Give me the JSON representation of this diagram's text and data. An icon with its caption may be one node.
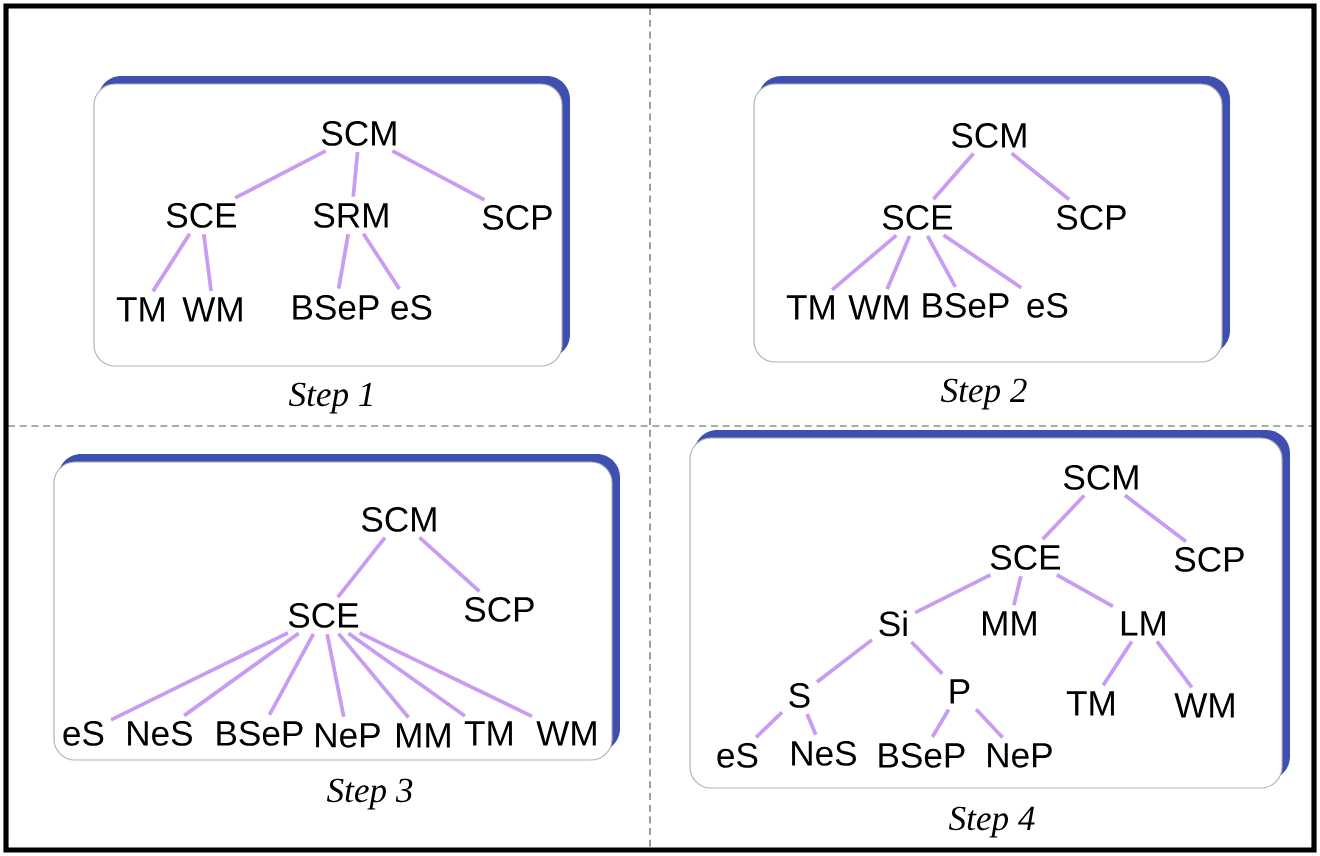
{
  "diagram": {
    "nodes": [
      {
        "text": [],
        "shape": "box",
        "beside": [
          "Step 1"
        ]
      },
      {
        "text": [
          "SCM"
        ],
        "in": 0
      },
      {
        "text": [
          "SCE"
        ],
        "in": 0
      },
      {
        "text": [
          "SRM"
        ],
        "in": 0
      },
      {
        "text": [
          "SCP"
        ],
        "in": 0
      },
      {
        "text": [
          "TM"
        ],
        "in": 0
      },
      {
        "text": [
          "WM"
        ],
        "in": 0
      },
      {
        "text": [
          "BSeP"
        ],
        "in": 0
      },
      {
        "text": [
          "eS"
        ],
        "in": 0
      },
      {
        "text": [],
        "shape": "box",
        "beside": [
          "Step 2"
        ]
      },
      {
        "text": [
          "SCM"
        ],
        "in": 9
      },
      {
        "text": [
          "SCE"
        ],
        "in": 9
      },
      {
        "text": [
          "SCP"
        ],
        "in": 9
      },
      {
        "text": [
          "TM"
        ],
        "in": 9
      },
      {
        "text": [
          "WM"
        ],
        "in": 9
      },
      {
        "text": [
          "BSeP"
        ],
        "in": 9
      },
      {
        "text": [
          "eS"
        ],
        "in": 9
      },
      {
        "text": [],
        "shape": "box",
        "beside": [
          "Step 3"
        ]
      },
      {
        "text": [
          "SCM"
        ],
        "in": 17
      },
      {
        "text": [
          "SCE"
        ],
        "in": 17
      },
      {
        "text": [
          "SCP"
        ],
        "in": 17
      },
      {
        "text": [
          "eS"
        ],
        "in": 17
      },
      {
        "text": [
          "NeS"
        ],
        "in": 17
      },
      {
        "text": [
          "BSeP"
        ],
        "in": 17
      },
      {
        "text": [
          "NeP"
        ],
        "in": 17
      },
      {
        "text": [
          "MM"
        ],
        "in": 17
      },
      {
        "text": [
          "TM"
        ],
        "in": 17
      },
      {
        "text": [
          "WM"
        ],
        "in": 17
      },
      {
        "text": [],
        "shape": "box",
        "beside": [
          "Step 4"
        ]
      },
      {
        "text": [
          "SCM"
        ],
        "in": 28
      },
      {
        "text": [
          "SCE"
        ],
        "in": 28
      },
      {
        "text": [
          "SCP"
        ],
        "in": 28
      },
      {
        "text": [
          "Si"
        ],
        "in": 28
      },
      {
        "text": [
          "MM"
        ],
        "in": 28
      },
      {
        "text": [
          "LM"
        ],
        "in": 28
      },
      {
        "text": [
          "S"
        ],
        "in": 28
      },
      {
        "text": [
          "P"
        ],
        "in": 28
      },
      {
        "text": [
          "TM"
        ],
        "in": 28
      },
      {
        "text": [
          "WM"
        ],
        "in": 28
      },
      {
        "text": [
          "eS"
        ],
        "in": 28
      },
      {
        "text": [
          "NeS"
        ],
        "in": 28
      },
      {
        "text": [
          "BSeP"
        ],
        "in": 28
      },
      {
        "text": [
          "NeP"
        ],
        "in": 28
      }
    ],
    "edges": [
      {
        "from": 1,
        "to": 2,
        "arrow": "none"
      },
      {
        "from": 1,
        "to": 3,
        "arrow": "none"
      },
      {
        "from": 1,
        "to": 4,
        "arrow": "none"
      },
      {
        "from": 2,
        "to": 5,
        "arrow": "none"
      },
      {
        "from": 2,
        "to": 6,
        "arrow": "none"
      },
      {
        "from": 3,
        "to": 7,
        "arrow": "none"
      },
      {
        "from": 3,
        "to": 8,
        "arrow": "none"
      },
      {
        "from": 10,
        "to": 11,
        "arrow": "none"
      },
      {
        "from": 10,
        "to": 12,
        "arrow": "none"
      },
      {
        "from": 11,
        "to": 13,
        "arrow": "none"
      },
      {
        "from": 11,
        "to": 14,
        "arrow": "none"
      },
      {
        "from": 11,
        "to": 15,
        "arrow": "none"
      },
      {
        "from": 11,
        "to": 16,
        "arrow": "none"
      },
      {
        "from": 18,
        "to": 19,
        "arrow": "none"
      },
      {
        "from": 18,
        "to": 20,
        "arrow": "none"
      },
      {
        "from": 19,
        "to": 21,
        "arrow": "none"
      },
      {
        "from": 19,
        "to": 22,
        "arrow": "none"
      },
      {
        "from": 19,
        "to": 23,
        "arrow": "none"
      },
      {
        "from": 19,
        "to": 24,
        "arrow": "none"
      },
      {
        "from": 19,
        "to": 25,
        "arrow": "none"
      },
      {
        "from": 19,
        "to": 26,
        "arrow": "none"
      },
      {
        "from": 19,
        "to": 27,
        "arrow": "none"
      },
      {
        "from": 29,
        "to": 30,
        "arrow": "none"
      },
      {
        "from": 29,
        "to": 31,
        "arrow": "none"
      },
      {
        "from": 30,
        "to": 32,
        "arrow": "none"
      },
      {
        "from": 30,
        "to": 33,
        "arrow": "none"
      },
      {
        "from": 30,
        "to": 34,
        "arrow": "none"
      },
      {
        "from": 32,
        "to": 35,
        "arrow": "none"
      },
      {
        "from": 32,
        "to": 36,
        "arrow": "none"
      },
      {
        "from": 34,
        "to": 37,
        "arrow": "none"
      },
      {
        "from": 34,
        "to": 38,
        "arrow": "none"
      },
      {
        "from": 35,
        "to": 39,
        "arrow": "none"
      },
      {
        "from": 35,
        "to": 40,
        "arrow": "none"
      },
      {
        "from": 36,
        "to": 41,
        "arrow": "none"
      },
      {
        "from": 36,
        "to": 42,
        "arrow": "none"
      }
    ]
  }
}
